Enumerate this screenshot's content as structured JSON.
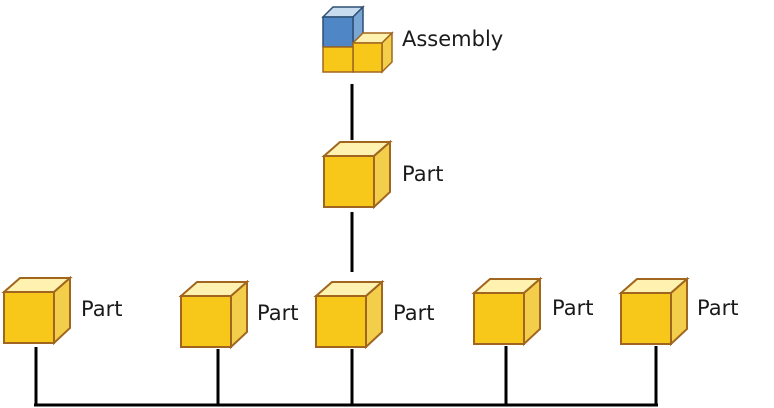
{
  "diagram": {
    "assembly": {
      "label": "Assembly",
      "icon": "assembly-icon"
    },
    "part": {
      "label": "Part",
      "icon": "part-icon"
    },
    "children": [
      {
        "label": "Part",
        "icon": "part-icon"
      },
      {
        "label": "Part",
        "icon": "part-icon"
      },
      {
        "label": "Part",
        "icon": "part-icon"
      },
      {
        "label": "Part",
        "icon": "part-icon"
      },
      {
        "label": "Part",
        "icon": "part-icon"
      }
    ]
  },
  "colors": {
    "cube_front": "#f7c81a",
    "cube_top": "#fff1b0",
    "cube_side": "#f3ce4a",
    "cube_edge": "#a0661f",
    "cube_blue_front": "#4f87c6",
    "cube_blue_top": "#c8dcf0",
    "cube_blue_side": "#7aa6d6",
    "cube_blue_edge": "#2f4f73",
    "connector": "#000000"
  }
}
